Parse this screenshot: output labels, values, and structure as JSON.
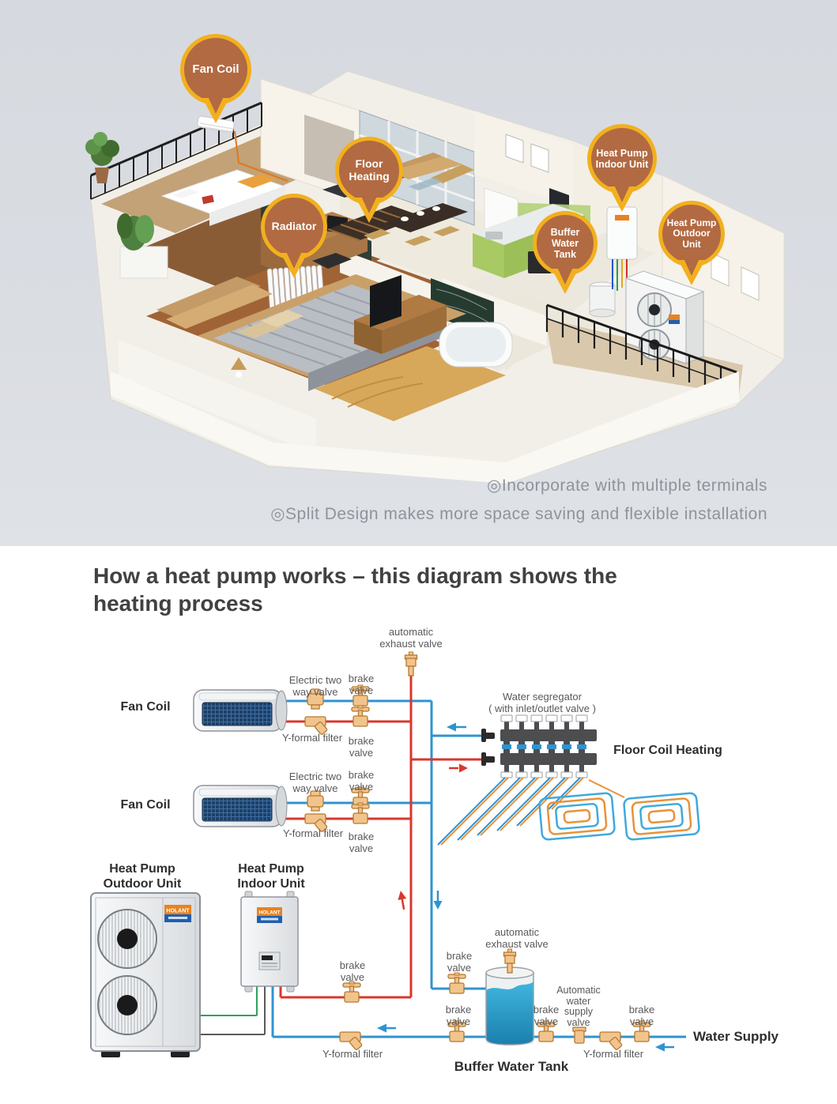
{
  "hero": {
    "pins": [
      {
        "label": "Fan Coil"
      },
      {
        "label": "Floor\nHeating"
      },
      {
        "label": "Radiator"
      },
      {
        "label": "Heat Pump\nIndoor Unit"
      },
      {
        "label": "Buffer\nWater Tank"
      },
      {
        "label": "Heat Pump\nOutdoor Unit"
      }
    ],
    "features": [
      "◎Incorporate with multiple terminals",
      "◎Split Design makes more space saving and flexible installation"
    ]
  },
  "diagram": {
    "title": "How a heat pump works – this diagram shows the\nheating process",
    "brand": "HOLANT",
    "labels": {
      "automatic_exhaust_valve": "automatic\nexhaust valve",
      "electric_two_way_valve": "Electric two\nway valve",
      "brake_valve": "brake\nvalve",
      "y_formal_filter": "Y-formal filter",
      "fan_coil": "Fan Coil",
      "water_segregator": "Water segregator\n( with inlet/outlet valve )",
      "floor_coil_heating": "Floor Coil Heating",
      "heat_pump_outdoor": "Heat Pump\nOutdoor Unit",
      "heat_pump_indoor": "Heat Pump\nIndoor Unit",
      "automatic_water_supply_valve": "Automatic\nwater\nsupply\nvalve",
      "water_supply": "Water Supply",
      "buffer_water_tank": "Buffer Water Tank"
    }
  },
  "colors": {
    "pipe_hot": "#d8382c",
    "pipe_cold": "#2f93d0",
    "coil_warm": "#e8923a",
    "pin_fill": "#b26a42",
    "pin_border": "#f2b01e",
    "hero_background": "#d9dde2"
  }
}
